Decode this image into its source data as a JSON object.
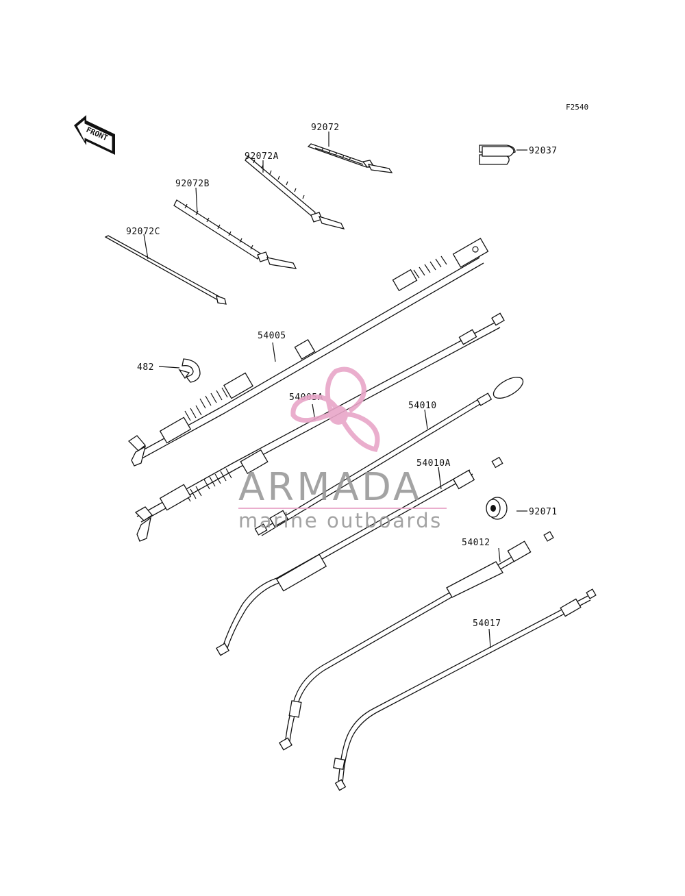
{
  "diagram": {
    "figure_code": "F2540",
    "front_arrow_label": "FRONT",
    "parts": [
      {
        "id": "92072",
        "label": "92072"
      },
      {
        "id": "92072A",
        "label": "92072A"
      },
      {
        "id": "92072B",
        "label": "92072B"
      },
      {
        "id": "92072C",
        "label": "92072C"
      },
      {
        "id": "92037",
        "label": "92037"
      },
      {
        "id": "54005",
        "label": "54005"
      },
      {
        "id": "482",
        "label": "482"
      },
      {
        "id": "54005A",
        "label": "54005A"
      },
      {
        "id": "54010",
        "label": "54010"
      },
      {
        "id": "54010A",
        "label": "54010A"
      },
      {
        "id": "92071",
        "label": "92071"
      },
      {
        "id": "54012",
        "label": "54012"
      },
      {
        "id": "54017",
        "label": "54017"
      }
    ]
  },
  "watermark": {
    "brand": "ARMADA",
    "tagline": "marine outboards",
    "logo_color": "#e8a6c8",
    "text_color": "#9a9a9a"
  }
}
